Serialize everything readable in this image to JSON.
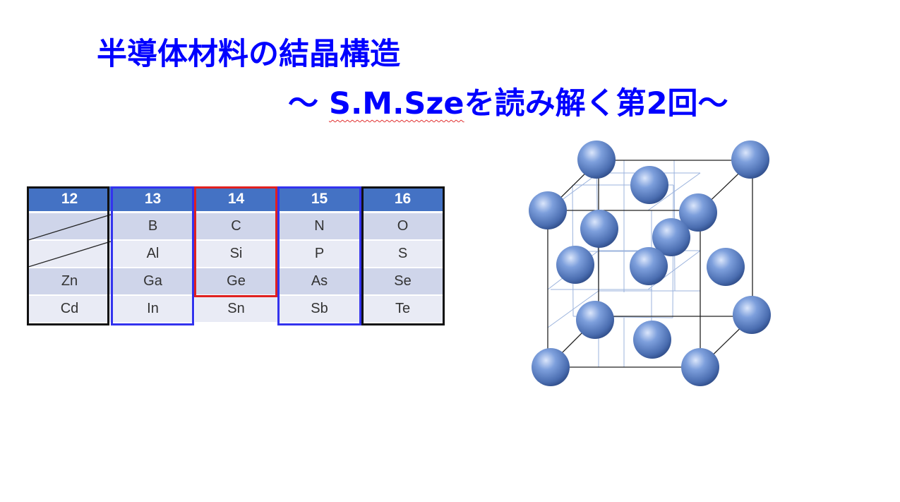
{
  "slide": {
    "title_line1": "半導体材料の結晶構造",
    "title_line2_prefix": "～ ",
    "title_line2_author": "S.M.Sze",
    "title_line2_suffix": "を読み解く第2回～"
  },
  "periodic_table": {
    "columns": [
      {
        "group": "12",
        "elements": [
          "",
          "",
          "Zn",
          "Cd"
        ]
      },
      {
        "group": "13",
        "elements": [
          "B",
          "Al",
          "Ga",
          "In"
        ]
      },
      {
        "group": "14",
        "elements": [
          "C",
          "Si",
          "Ge",
          "Sn"
        ]
      },
      {
        "group": "15",
        "elements": [
          "N",
          "P",
          "As",
          "Sb"
        ]
      },
      {
        "group": "16",
        "elements": [
          "O",
          "S",
          "Se",
          "Te"
        ]
      }
    ]
  },
  "colors": {
    "title": "#0000ff",
    "header": "#4472c4",
    "row_odd": "#cfd5ea",
    "row_even": "#e9ebf5",
    "frame_black": "#111111",
    "frame_blue": "#3333ee",
    "frame_red": "#e02020",
    "atom": "#5b7fc0"
  }
}
